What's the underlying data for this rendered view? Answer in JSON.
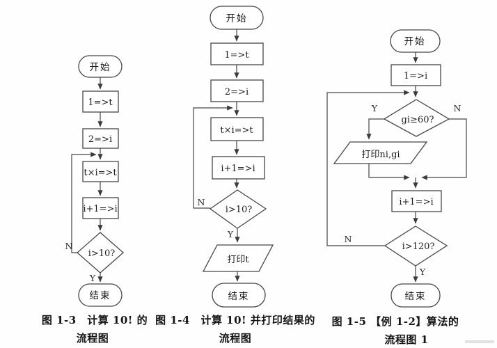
{
  "page": {
    "paper_color": "#fefefe",
    "ink_color": "#454545",
    "text_color": "#1e1e1e"
  },
  "charts": [
    {
      "nodes": {
        "start": "开始",
        "s1": "1=>t",
        "s2": "2=>i",
        "s3": "t×i=>t",
        "s4": "i+1=>i",
        "d1": "i>10?",
        "end": "结束"
      },
      "labels": {
        "y": "Y",
        "n": "N"
      },
      "caption1": "图 1-3　计算 10! 的",
      "caption2": "流程图"
    },
    {
      "nodes": {
        "start": "开始",
        "s1": "1=>t",
        "s2": "2=>i",
        "s3": "t×i=>t",
        "s4": "i+1=>i",
        "d1": "i>10?",
        "print": "打印t",
        "end": "结束"
      },
      "labels": {
        "y": "Y",
        "n": "N"
      },
      "caption1": "图 1-4　计算 10! 并打印结果的",
      "caption2": "流程图"
    },
    {
      "nodes": {
        "start": "开始",
        "s1": "1=>i",
        "d1": "gi≥60?",
        "print": "打印ni,gi",
        "s2": "i+1=>i",
        "d2": "i>120?",
        "end": "结束"
      },
      "labels": {
        "y": "Y",
        "n": "N"
      },
      "caption1": "图 1-5 【例 1-2】算法的",
      "caption2": "流程图 1"
    }
  ]
}
